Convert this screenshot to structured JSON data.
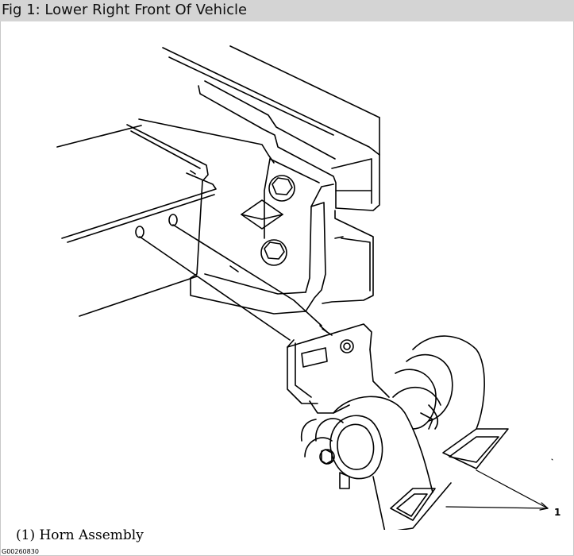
{
  "figure": {
    "title": "Fig 1: Lower Right Front Of Vehicle",
    "caption": "(1) Horn Assembly",
    "figure_id": "G00260830",
    "callout_label": "1"
  },
  "colors": {
    "title_bar": "#d4d4d4",
    "line": "#000000",
    "background": "#ffffff"
  }
}
